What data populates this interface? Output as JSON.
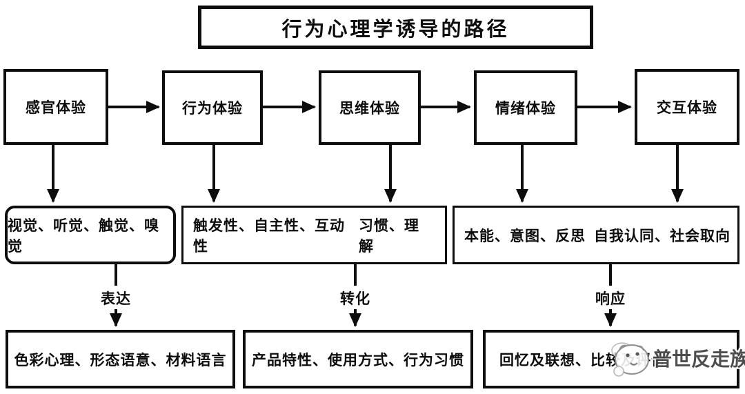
{
  "title": "行为心理学诱导的路径",
  "top_nodes": [
    {
      "label": "感官体验"
    },
    {
      "label": "行为体验"
    },
    {
      "label": "思维体验"
    },
    {
      "label": "情绪体验"
    },
    {
      "label": "交互体验"
    }
  ],
  "mid_nodes": {
    "sensory": {
      "label": "视觉、听觉、触觉、嗅觉"
    },
    "behavior": {
      "left": "触发性、自主性、互动性",
      "right": "习惯、理解"
    },
    "emotion": {
      "left": "本能、意图、反思",
      "right": "自我认同、社会取向"
    }
  },
  "flow_labels": {
    "express": "表达",
    "transform": "转化",
    "respond": "响应"
  },
  "bottom_nodes": [
    {
      "label": "色彩心理、形态语意、材料语言"
    },
    {
      "label": "产品特性、使用方式、行为习惯"
    },
    {
      "label": "回忆及联想、比较及评价"
    }
  ],
  "watermark": {
    "logo": "mascot-face-icon",
    "text": "普世反走族"
  },
  "colors": {
    "ink": "#0d0d0d",
    "background": "#ffffff",
    "watermark_text": "#454545"
  }
}
